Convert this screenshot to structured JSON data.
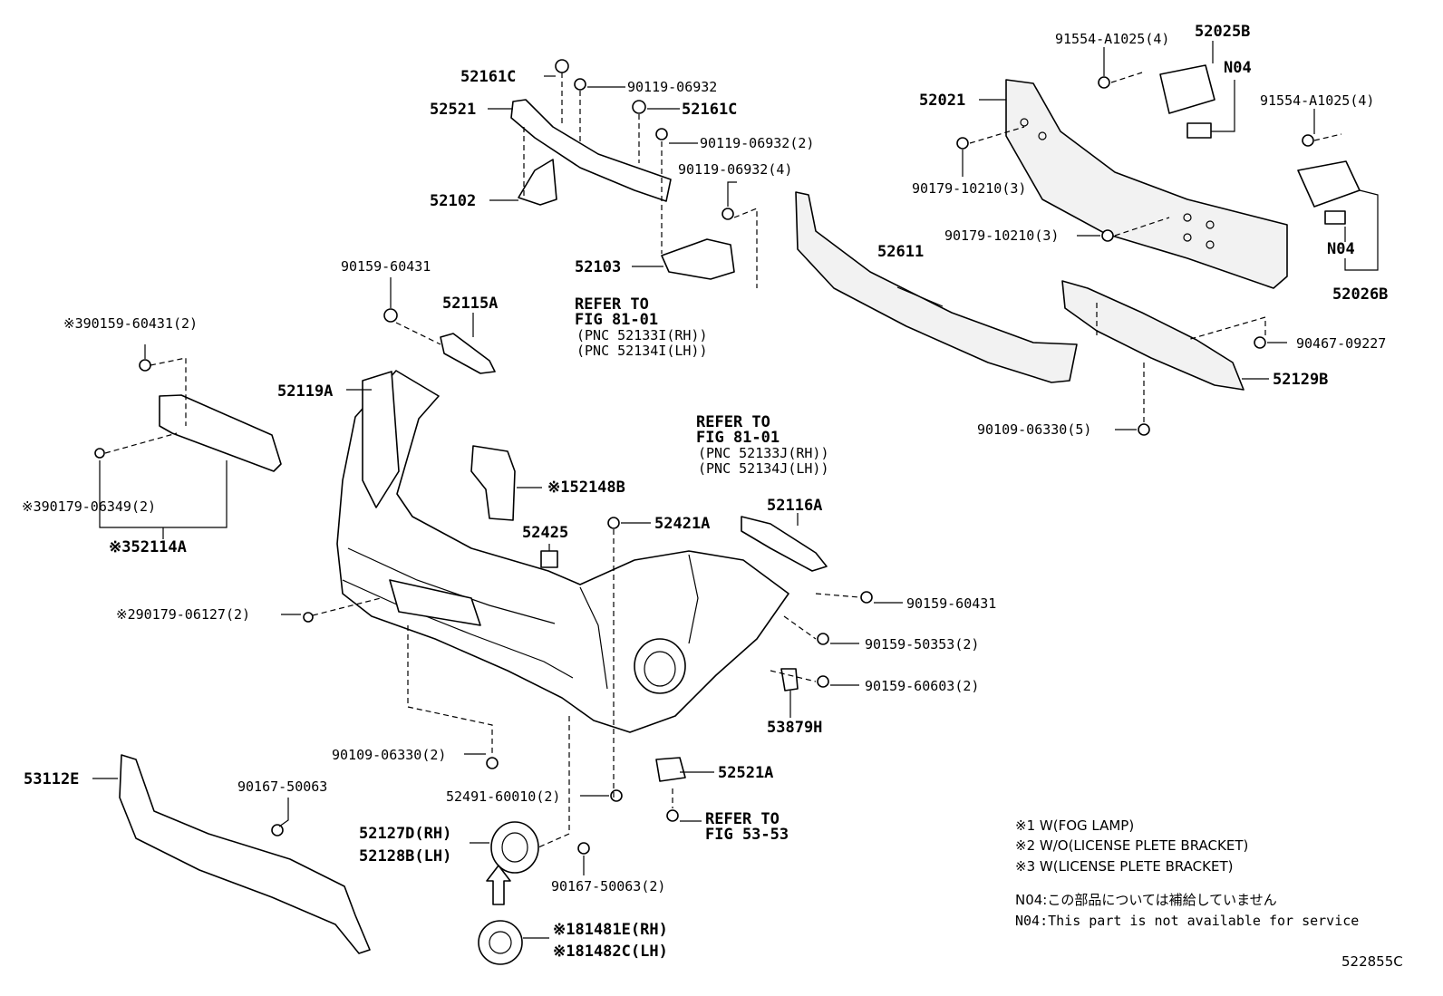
{
  "labels": {
    "p52161C_a": "52161C",
    "p90119_a": "90119-06932",
    "p52521": "52521",
    "p52161C_b": "52161C",
    "p90119_b": "90119-06932(2)",
    "p52102": "52102",
    "p90119_c": "90119-06932(4)",
    "p52103": "52103",
    "p90159_60431_a": "90159-60431",
    "p52115A": "52115A",
    "p52119A": "52119A",
    "p52021": "52021",
    "p91554_a": "91554-A1025(4)",
    "p52025B": "52025B",
    "pN04_a": "N04",
    "p91554_b": "91554-A1025(4)",
    "p90179_10210_a": "90179-10210(3)",
    "p90179_10210_b": "90179-10210(3)",
    "p52611": "52611",
    "pN04_b": "N04",
    "p52026B": "52026B",
    "p90467": "90467-09227",
    "p52129B": "52129B",
    "p90109_a": "90109-06330(5)",
    "p90159_60431_b": "※390159-60431(2)",
    "p90179_06349": "※390179-06349(2)",
    "p52114A": "※352114A",
    "p52148B": "※152148B",
    "p52425": "52425",
    "p52421A": "52421A",
    "p52116A": "52116A",
    "p90159_60431_c": "90159-60431",
    "p90179_06127": "※290179-06127(2)",
    "p90159_50353": "90159-50353(2)",
    "p90159_60603": "90159-60603(2)",
    "p53879H": "53879H",
    "p90109_b": "90109-06330(2)",
    "p53112E": "53112E",
    "p90167_a": "90167-50063",
    "p52491": "52491-60010(2)",
    "p52521A": "52521A",
    "p52127D": "52127D(RH)",
    "p52128B": "52128B(LH)",
    "p90167_b": "90167-50063(2)",
    "p81481E": "※181481E(RH)",
    "p81482C": "※181482C(LH)"
  },
  "refer_a": [
    "REFER TO",
    "FIG 81-01",
    "(PNC 52133I(RH))",
    "(PNC 52134I(LH))"
  ],
  "refer_b": [
    "REFER TO",
    "FIG 81-01",
    "(PNC 52133J(RH))",
    "(PNC 52134J(LH))"
  ],
  "refer_c": [
    "REFER TO",
    "FIG 53-53"
  ],
  "notes": [
    "※1 W(FOG LAMP)",
    "※2 W/O(LICENSE PLETE BRACKET)",
    "※3 W(LICENSE PLETE BRACKET)"
  ],
  "n04_notes": [
    "N04:この部品については補給していません",
    "N04:This part is not available for service"
  ],
  "figure_id": "522855C"
}
